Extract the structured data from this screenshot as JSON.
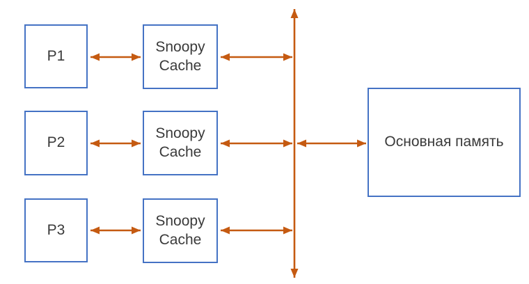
{
  "diagram": {
    "type": "block-diagram",
    "topic": "Snoopy cache coherence architecture with shared bus and main memory",
    "colors": {
      "bg": "#ffffff",
      "box_border": "#4472C4",
      "box_fill": "#ffffff",
      "arrow": "#C55A11",
      "text": "#3a3a3a"
    },
    "nodes": {
      "p1": "P1",
      "p2": "P2",
      "p3": "P3",
      "cache1": "Snoopy Cache",
      "cache2": "Snoopy Cache",
      "cache3": "Snoopy Cache",
      "memory": "Основная память"
    },
    "connections": [
      {
        "from": "p1",
        "to": "cache1",
        "bidirectional": true
      },
      {
        "from": "p2",
        "to": "cache2",
        "bidirectional": true
      },
      {
        "from": "p3",
        "to": "cache3",
        "bidirectional": true
      },
      {
        "from": "cache1",
        "to": "bus",
        "bidirectional": true
      },
      {
        "from": "cache2",
        "to": "bus",
        "bidirectional": true
      },
      {
        "from": "cache3",
        "to": "bus",
        "bidirectional": true
      },
      {
        "from": "bus",
        "to": "memory",
        "bidirectional": true
      },
      {
        "from": "bus-top",
        "to": "bus-bottom",
        "bidirectional": true,
        "note": "vertical shared bus with arrowheads at both ends"
      }
    ]
  }
}
